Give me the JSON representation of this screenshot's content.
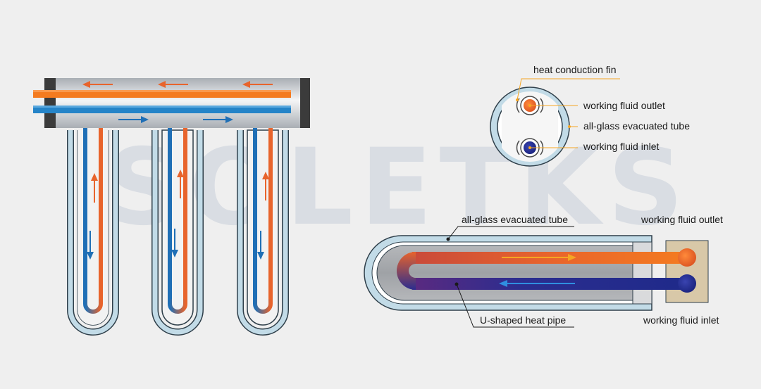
{
  "watermark": "SOLETKS",
  "colors": {
    "background": "#efefef",
    "hot": "#e8642c",
    "cold": "#1f6fb6",
    "glass": "#b7d4e2",
    "glass_outline": "#2f3f4a",
    "manifold": "#c9cdd2",
    "cap": "#3b3b3b",
    "leader": "#f5a623",
    "fitting": "#d8c8a8"
  },
  "cross_section": {
    "labels": {
      "fin": "heat conduction fin",
      "outlet": "working fluid outlet",
      "tube": "all-glass evacuated tube",
      "inlet": "working fluid inlet"
    }
  },
  "side_view": {
    "labels": {
      "tube": "all-glass evacuated tube",
      "outlet": "working fluid outlet",
      "pipe": "U-shaped heat pipe",
      "inlet": "working fluid inlet"
    }
  }
}
